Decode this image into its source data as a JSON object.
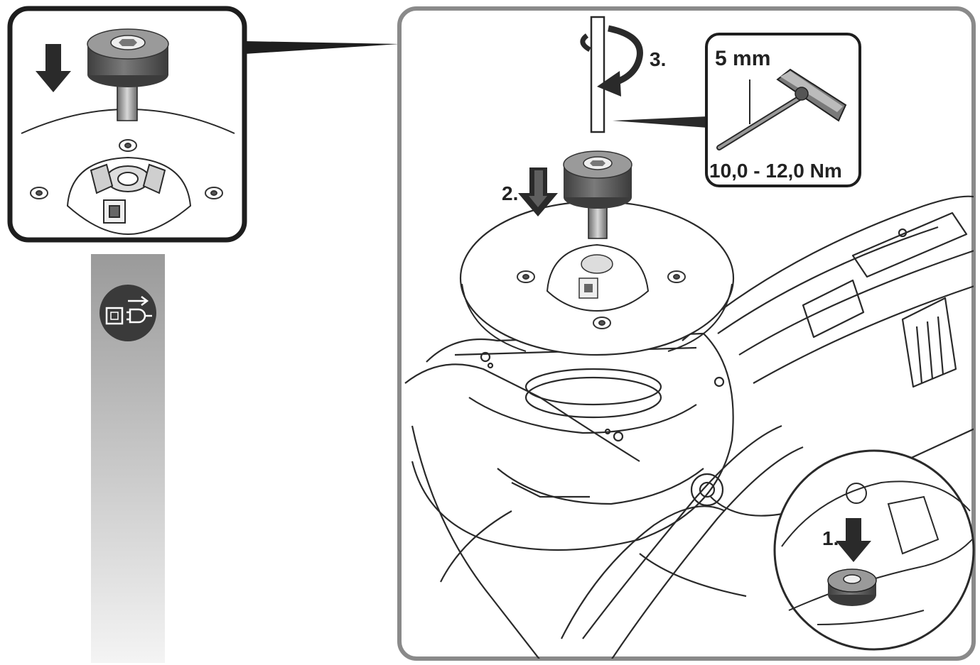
{
  "steps": {
    "step1": "1.",
    "step2": "2.",
    "step3": "3."
  },
  "tool": {
    "size": "5 mm",
    "torque": "10,0 - 12,0 Nm"
  },
  "icons": {
    "unplug": "unplug-before-work-icon",
    "arrow": "down-arrow-icon",
    "rotate": "rotate-clockwise-icon",
    "key": "hex-key-icon"
  },
  "colors": {
    "frame": "#8a8a8a",
    "line": "#2a2a2a",
    "nut": "#5a5a5a",
    "nut_light": "#8c8c8c"
  }
}
